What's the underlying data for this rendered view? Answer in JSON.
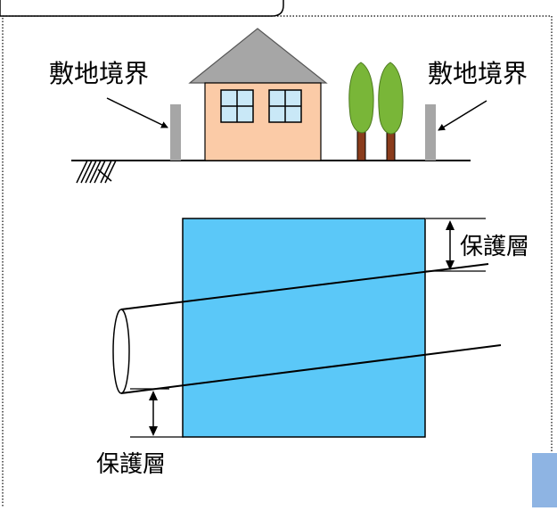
{
  "labels": {
    "boundary_left": "敷地境界",
    "boundary_right": "敷地境界",
    "cover_right": "保護層",
    "cover_bottom": "保護層"
  },
  "colors": {
    "roof": "#a6a6a6",
    "house_wall": "#fbcba7",
    "window_glass": "#c9e8f7",
    "tree_green": "#79b638",
    "trunk": "#8a3c1c",
    "post": "#a6a6a6",
    "block": "#5bc8f8",
    "side_tab": "#8eb4e3"
  },
  "icons": {
    "hatching": "ground-hatching-icon",
    "arrows": "dimension-arrow-icon"
  }
}
